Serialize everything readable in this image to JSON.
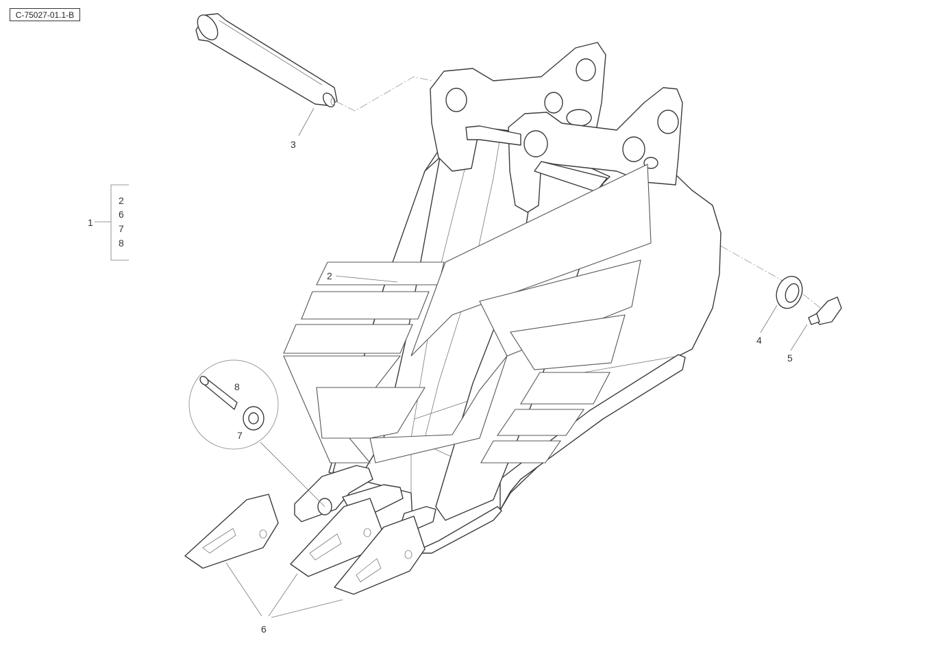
{
  "drawing_ref": "C-75027-01.1-B",
  "callouts": {
    "item_1": "1",
    "kit_items": [
      "2",
      "6",
      "7",
      "8"
    ],
    "item_2": "2",
    "item_3": "3",
    "item_4": "4",
    "item_5": "5",
    "item_6": "6",
    "item_7": "7",
    "item_8": "8"
  }
}
